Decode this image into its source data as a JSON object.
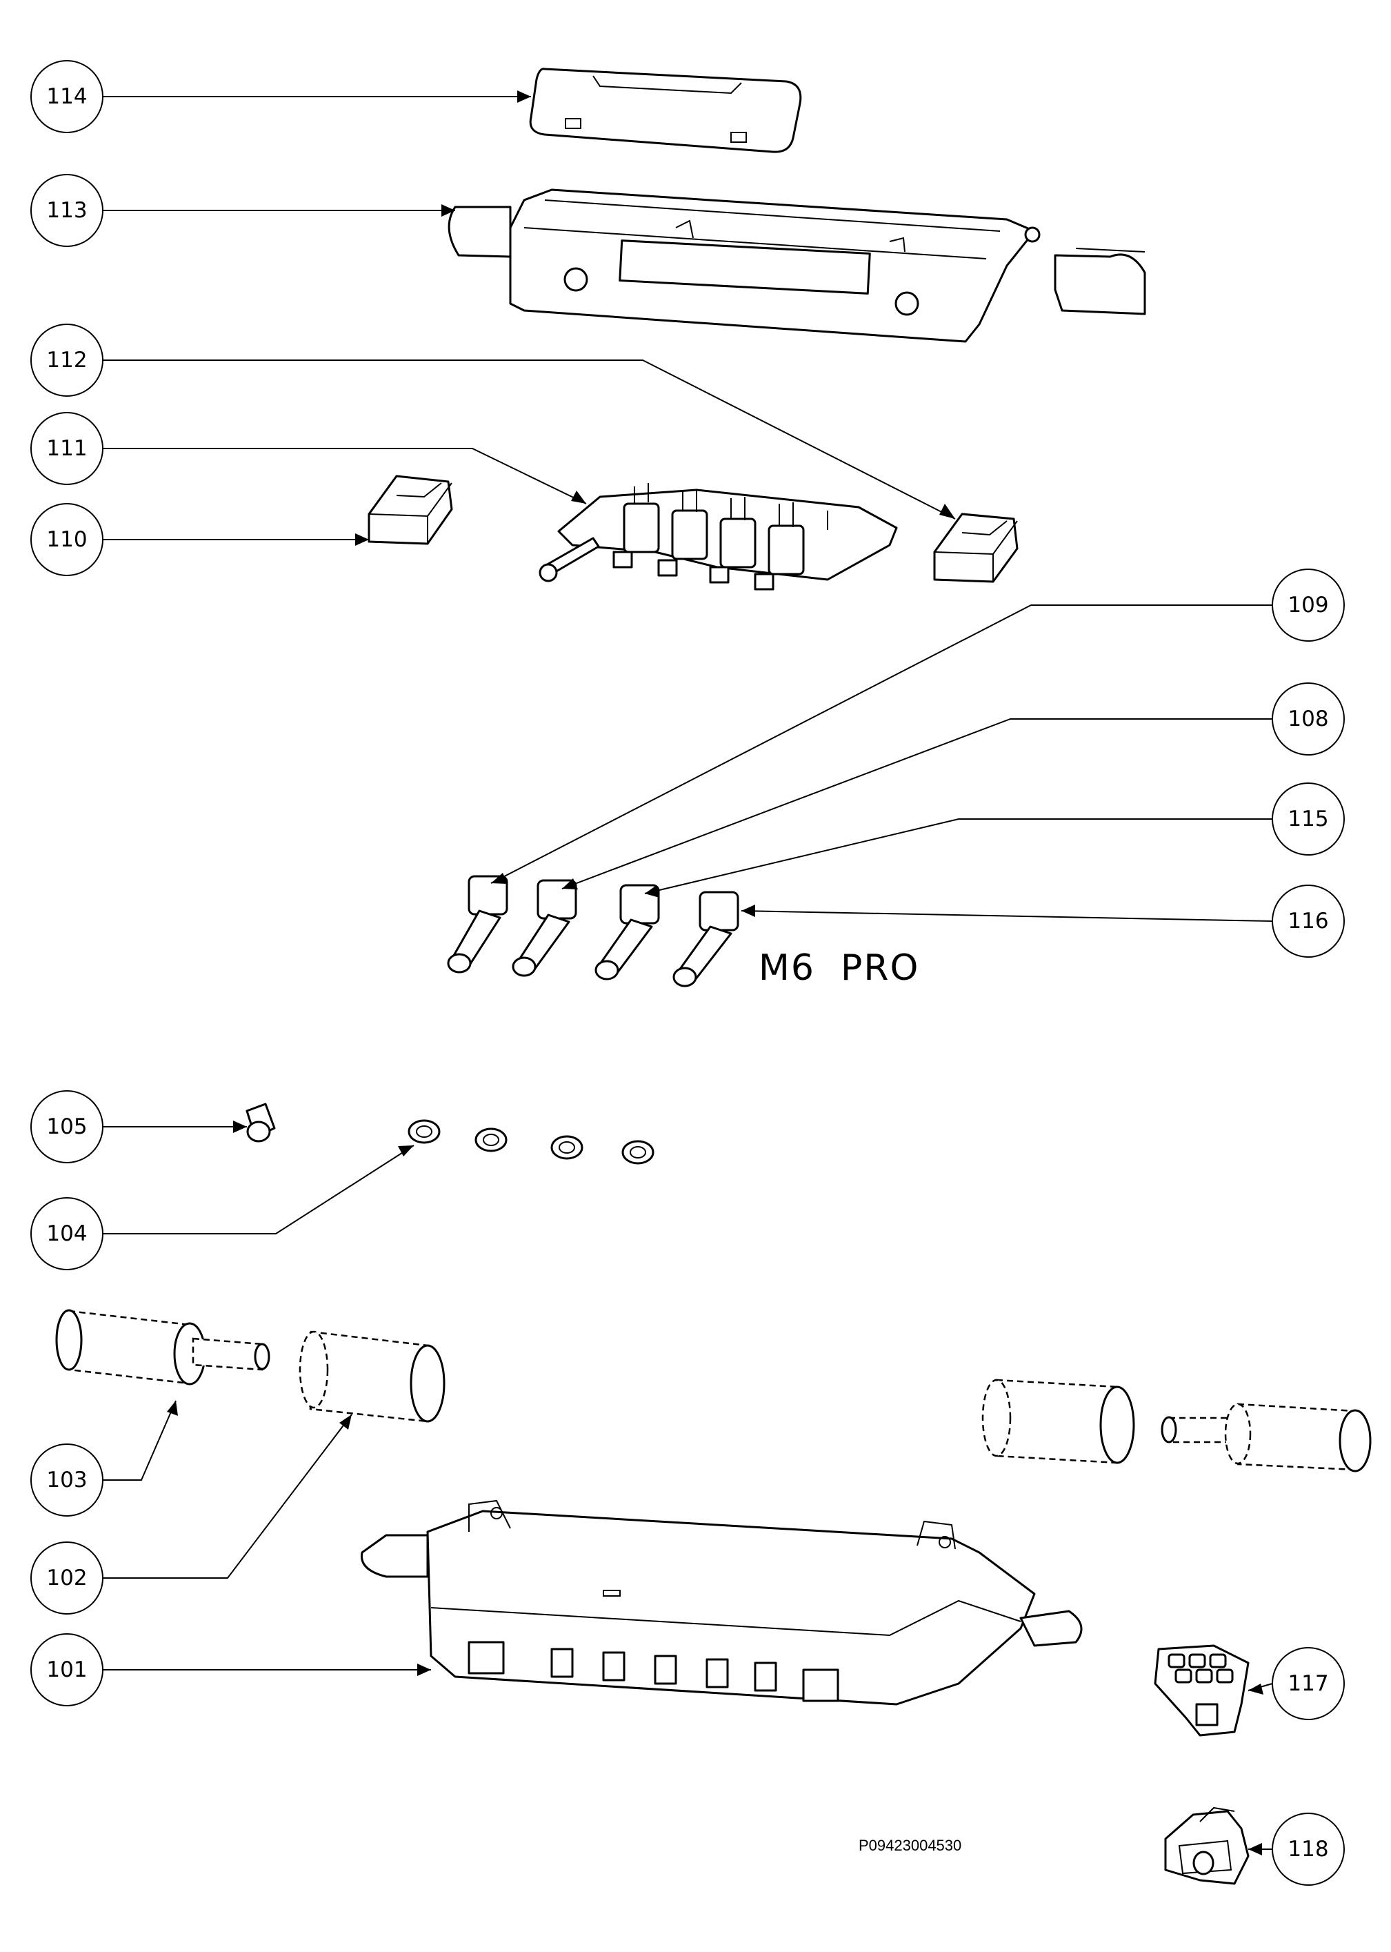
{
  "callouts": [
    {
      "id": "114",
      "label": "114"
    },
    {
      "id": "113",
      "label": "113"
    },
    {
      "id": "112",
      "label": "112"
    },
    {
      "id": "111",
      "label": "111"
    },
    {
      "id": "110",
      "label": "110"
    },
    {
      "id": "109",
      "label": "109"
    },
    {
      "id": "108",
      "label": "108"
    },
    {
      "id": "115",
      "label": "115"
    },
    {
      "id": "116",
      "label": "116"
    },
    {
      "id": "105",
      "label": "105"
    },
    {
      "id": "104",
      "label": "104"
    },
    {
      "id": "103",
      "label": "103"
    },
    {
      "id": "102",
      "label": "102"
    },
    {
      "id": "101",
      "label": "101"
    },
    {
      "id": "117",
      "label": "117"
    },
    {
      "id": "118",
      "label": "118"
    }
  ],
  "model_label": "M6  PRO",
  "drawing_number": "P09423004530"
}
